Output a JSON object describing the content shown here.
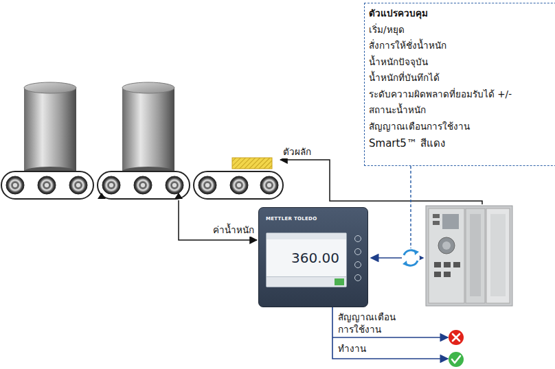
{
  "diagram": {
    "nodes": [
      {
        "text": [
          "ตัวแปรควบคุม",
          "เริ่ม/หยุด",
          "สั่งการให้ชั่งน้ำหนัก",
          "น้ำหนักปัจจุบัน",
          "น้ำหนักที่บันทึกได้",
          "ระดับความผิดพลาดที่ยอมรับได้ +/-",
          "สถานะน้ำหนัก",
          "สัญญาณเตือนการใช้งาน",
          "Smart5™ สีแดง"
        ]
      },
      {
        "text": [
          "METTLER TOLEDO",
          "360.00"
        ]
      }
    ],
    "labels": [
      "ตัวผลัก",
      "ค่าน้ำหนัก",
      "สัญญาณเตือน การใช้งาน",
      "ทำงาน"
    ]
  }
}
